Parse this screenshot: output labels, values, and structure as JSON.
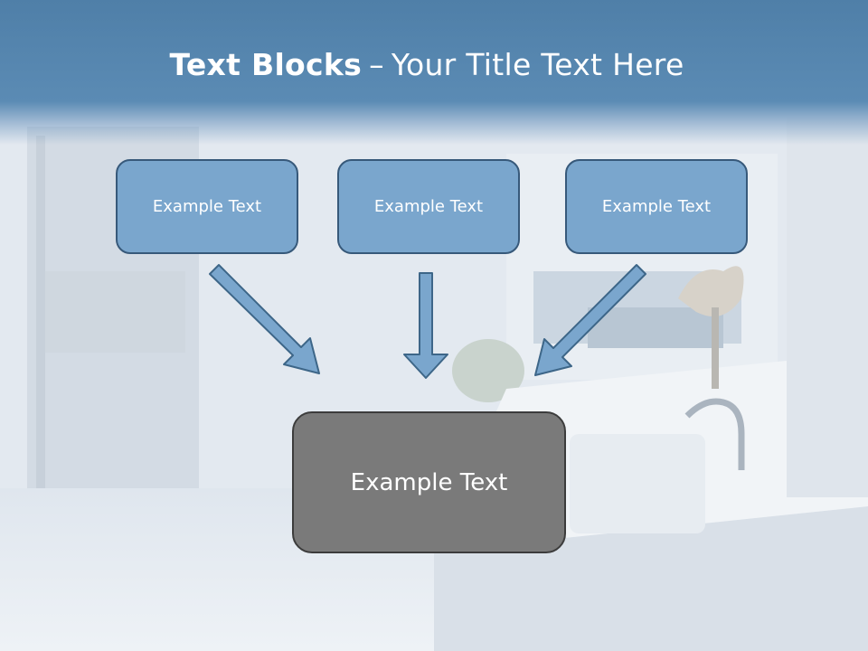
{
  "title": {
    "bold": "Text Blocks",
    "dash": "–",
    "rest": "Your Title Text Here"
  },
  "blocks": {
    "top": [
      "Example Text",
      "Example Text",
      "Example Text"
    ],
    "bottom": "Example Text"
  },
  "colors": {
    "header": "#5b8bb4",
    "top_box_fill": "#7aa6cd",
    "top_box_border": "#37597a",
    "bottom_box_fill": "#7a7a7a",
    "arrow_fill": "#7aa6cd",
    "arrow_stroke": "#3d6688"
  }
}
